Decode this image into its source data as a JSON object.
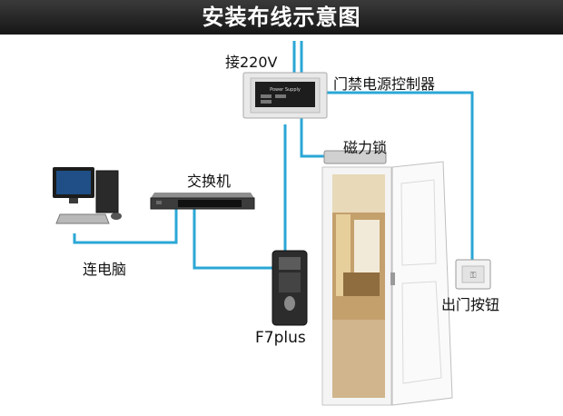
{
  "title": "安装布线示意图",
  "colors": {
    "wire": "#2aa7d6",
    "title_bg": "#1f1f1f",
    "title_text": "#ffffff"
  },
  "nodes": {
    "power_input": {
      "label": "接220V"
    },
    "power_supply": {
      "label": "门禁电源控制器",
      "panel_text": "Power Supply"
    },
    "magnetic_lock": {
      "label": "磁力锁"
    },
    "network_switch": {
      "label": "交换机"
    },
    "computer": {
      "label": "连电脑"
    },
    "access_terminal": {
      "label": "F7plus"
    },
    "exit_button": {
      "label": "出门按钮"
    }
  }
}
